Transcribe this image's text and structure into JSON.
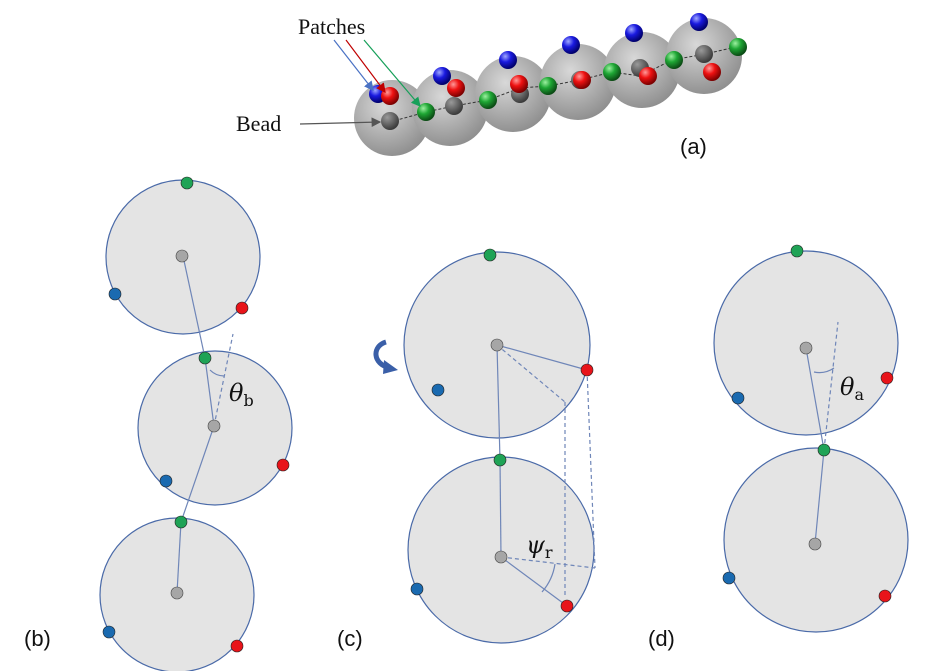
{
  "panel_a": {
    "patches_label": "Patches",
    "bead_label": "Bead",
    "panel_label": "(a)"
  },
  "panel_b": {
    "angle_symbol": "θ",
    "angle_subscript": "b",
    "panel_label": "(b)"
  },
  "panel_c": {
    "angle_symbol": "ψ",
    "angle_subscript": "r",
    "panel_label": "(c)"
  },
  "panel_d": {
    "angle_symbol": "θ",
    "angle_subscript": "a",
    "panel_label": "(d)"
  },
  "colors": {
    "bead_fill": "#e4e4e4",
    "bead_stroke": "#4a6aa8",
    "center": "#a6a6a6",
    "patch_green": "#1fa356",
    "patch_red": "#e8141a",
    "patch_blue": "#1a6ab0",
    "line": "#6f86b8"
  }
}
